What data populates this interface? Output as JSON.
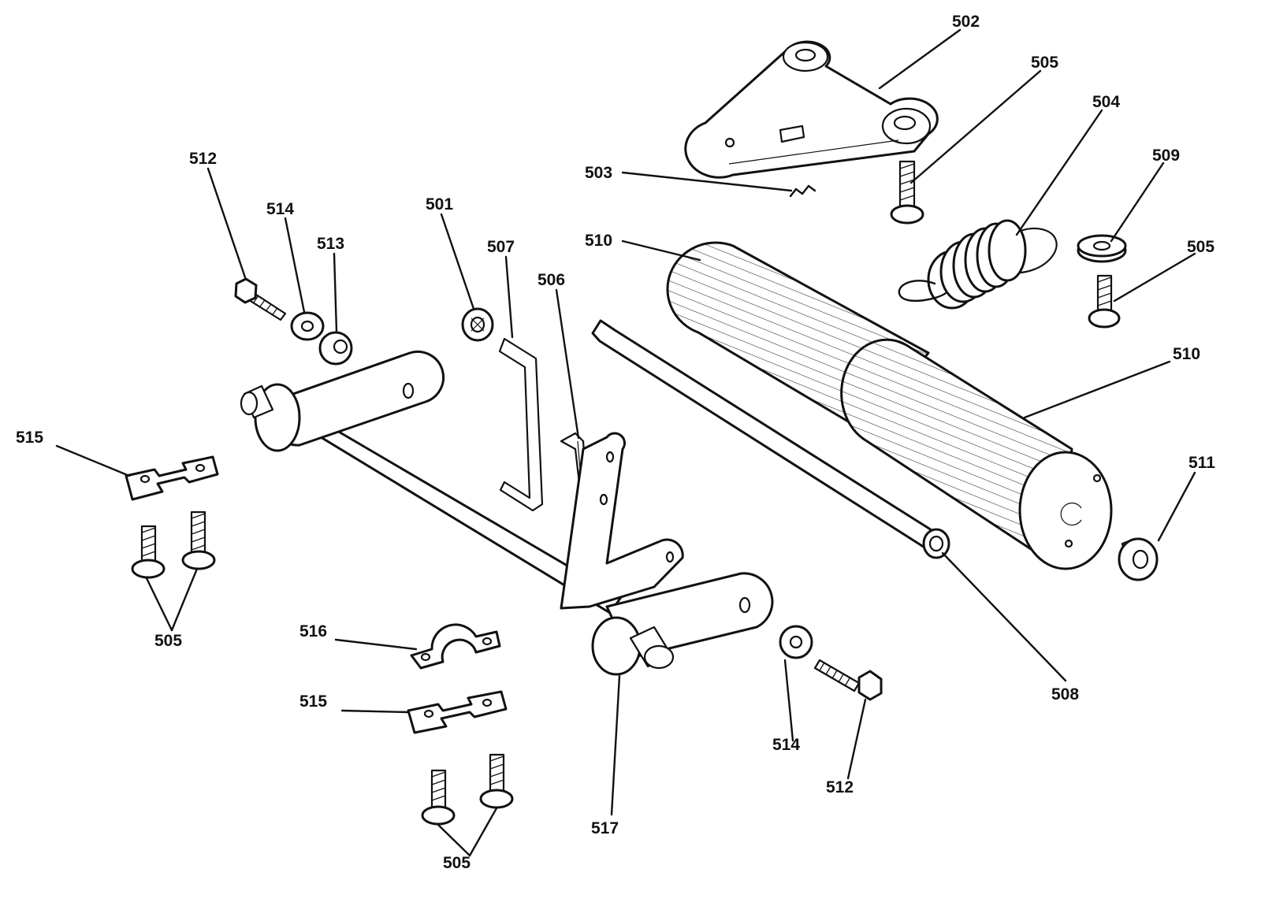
{
  "labels": {
    "l501": "501",
    "l502": "502",
    "l503": "503",
    "l504": "504",
    "l505_top": "505",
    "l505_right": "505",
    "l505_left": "505",
    "l505_bottom": "505",
    "l506": "506",
    "l507": "507",
    "l508": "508",
    "l509": "509",
    "l510_top": "510",
    "l510_right": "510",
    "l511": "511",
    "l512_left": "512",
    "l512_right": "512",
    "l513": "513",
    "l514_left": "514",
    "l514_right": "514",
    "l515_left": "515",
    "l515_bottom": "515",
    "l516": "516",
    "l517": "517"
  }
}
